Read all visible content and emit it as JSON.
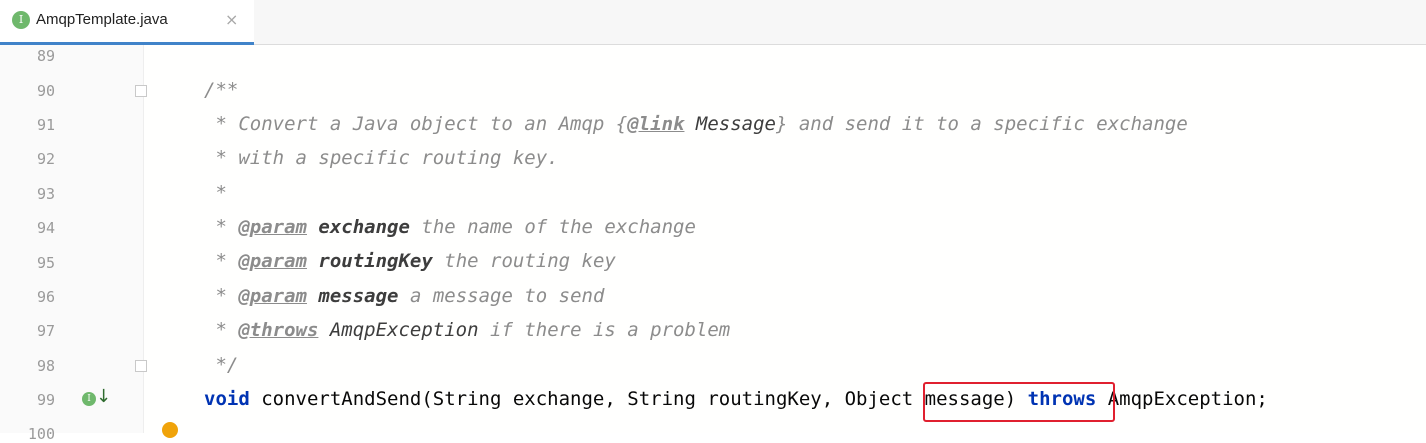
{
  "tab": {
    "icon_letter": "I",
    "filename": "AmqpTemplate.java",
    "close_glyph": "×"
  },
  "line_numbers": [
    "89",
    "90",
    "91",
    "92",
    "93",
    "94",
    "95",
    "96",
    "97",
    "98",
    "99",
    "100"
  ],
  "code": {
    "l90": "/**",
    "l91_a": " * Convert a Java object to an Amqp {",
    "l91_link": "@link",
    "l91_ref": " Message",
    "l91_b": "} and send it to a specific exchange",
    "l92": " * with a specific routing key.",
    "l93": " *",
    "star": " * ",
    "param_tag": "@param",
    "l94_name": "exchange",
    "l94_desc": " the name of the exchange",
    "l95_name": "routingKey",
    "l95_desc": " the routing key",
    "l96_name": "message",
    "l96_desc": " a message to send",
    "throws_tag": "@throws",
    "l97_ref": " AmqpException",
    "l97_desc": " if there is a problem",
    "l98": " */",
    "l99_void": "void",
    "l99_sig": " convertAndSend(String exchange, String routingKey, Object message) ",
    "l99_throws": "throws",
    "l99_end": " AmqpException;"
  },
  "gutter": {
    "impl_letter": "I",
    "impl_arrow": "↓"
  },
  "colors": {
    "keyword": "#0033b3",
    "comment": "#8c8c8c",
    "highlight_border": "#e0202f",
    "tab_underline": "#4083c9"
  }
}
